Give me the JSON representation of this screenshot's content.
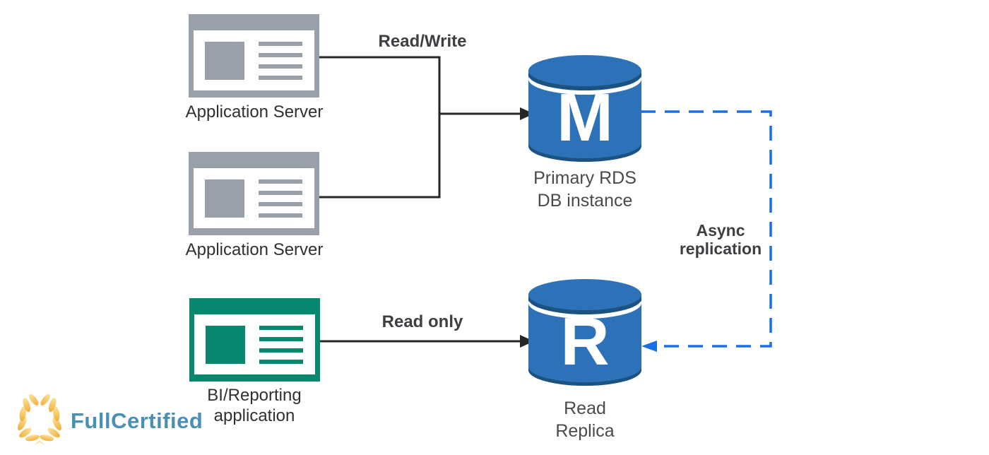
{
  "canvas": {
    "background": "#FFFFFF"
  },
  "palette": {
    "server_gray": "#99A0AA",
    "bi_green": "#07876E",
    "db_blue": "#2D72B8",
    "db_dark_blue": "#1C5280",
    "line_black": "#262626",
    "replication_blue": "#1A6FE8",
    "label_dark": "#303030",
    "label_gray": "#4A4A4A",
    "logo_text_blue": "#4A90B2",
    "logo_gold_light": "#FBE39B",
    "logo_gold_dark": "#F1AE3E"
  },
  "nodes": {
    "app_server_1": {
      "label": "Application Server"
    },
    "app_server_2": {
      "label": "Application Server"
    },
    "bi_app": {
      "label_line1": "BI/Reporting",
      "label_line2": "application"
    },
    "primary_db": {
      "letter": "M",
      "label_line1": "Primary RDS",
      "label_line2": "DB instance"
    },
    "read_replica": {
      "letter": "R",
      "label_line1": "Read",
      "label_line2": "Replica"
    }
  },
  "edges": {
    "read_write": {
      "label": "Read/Write",
      "from": "Application Servers",
      "to": "Primary RDS DB instance",
      "style": "solid-black-arrow"
    },
    "read_only": {
      "label": "Read only",
      "from": "BI/Reporting application",
      "to": "Read Replica",
      "style": "solid-black-arrow"
    },
    "async_replication": {
      "label_line1": "Async",
      "label_line2": "replication",
      "from": "Primary RDS DB instance",
      "to": "Read Replica",
      "style": "dashed-blue-arrow"
    }
  },
  "logo": {
    "text": "FullCertified"
  }
}
